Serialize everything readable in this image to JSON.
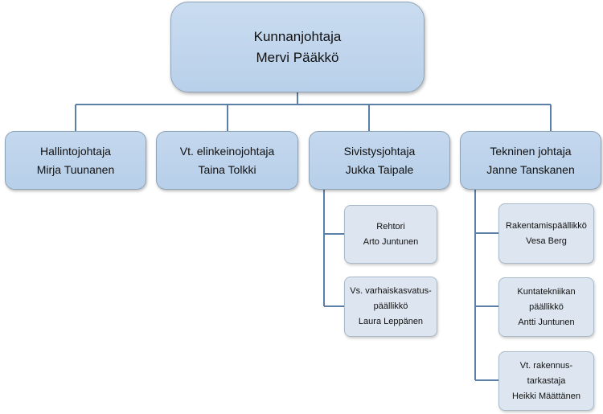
{
  "top": {
    "title": "Kunnanjohtaja",
    "name": "Mervi Pääkkö"
  },
  "level2": [
    {
      "title": "Hallintojohtaja",
      "name": "Mirja Tuunanen"
    },
    {
      "title": "Vt. elinkeinojohtaja",
      "name": "Taina Tolkki"
    },
    {
      "title": "Sivistysjohtaja",
      "name": "Jukka Taipale"
    },
    {
      "title": "Tekninen johtaja",
      "name": "Janne Tanskanen"
    }
  ],
  "sivistys_units": [
    {
      "title": "Rehtori",
      "name": "Arto Juntunen"
    },
    {
      "title_line1": "Vs. varhaiskasvatus-",
      "title_line2": "päällikkö",
      "name": "Laura Leppänen"
    }
  ],
  "tekninen_units": [
    {
      "title": "Rakentamispäällikkö",
      "name": "Vesa Berg"
    },
    {
      "title": "Kuntatekniikan päällikkö",
      "name": "Antti Juntunen"
    },
    {
      "title_line1": "Vt. rakennus-",
      "title_line2": "tarkastaja",
      "name": "Heikki Määttänen"
    }
  ],
  "colors": {
    "connector": "#5b7fa6",
    "box_fill": "#bcd3eb",
    "sub_box_fill": "#dde6f0"
  }
}
